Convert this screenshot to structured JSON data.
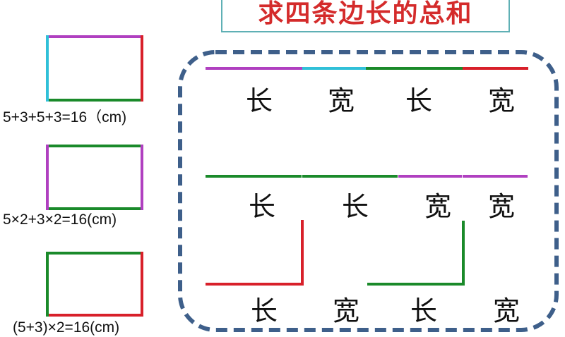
{
  "title": "求四条边长的总和",
  "formulas": [
    "5+3+5+3=16（cm)",
    "5×2+3×2=16(cm)",
    "(5+3)×2=16(cm)"
  ],
  "rows": [
    [
      "长",
      "宽",
      "长",
      "宽"
    ],
    [
      "长",
      "长",
      "宽",
      "宽"
    ],
    [
      "长",
      "宽",
      "长",
      "宽"
    ]
  ],
  "colors": {
    "purple": "#b040c0",
    "cyan": "#30c0d8",
    "green": "#1a8a2a",
    "red": "#d8202a",
    "dash": "#3e5f8a",
    "title": "#d42b2b"
  }
}
